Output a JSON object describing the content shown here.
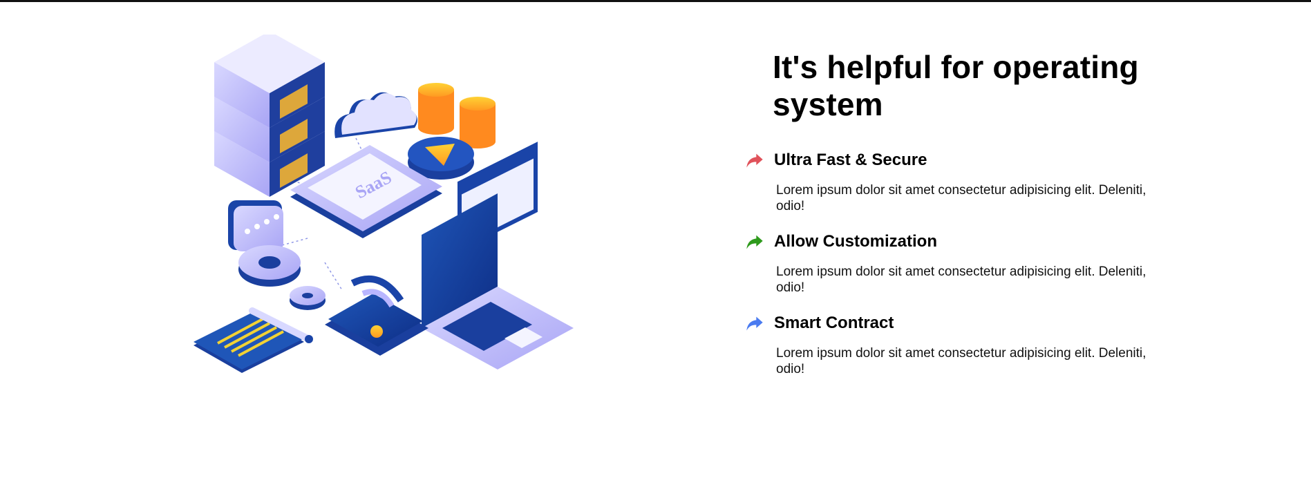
{
  "heading": "It's helpful for operating system",
  "features": [
    {
      "title": "Ultra Fast & Secure",
      "description": "Lorem ipsum dolor sit amet consectetur adipisicing elit. Deleniti, odio!",
      "icon": "share-arrow-icon",
      "color": "#e0525a"
    },
    {
      "title": "Allow Customization",
      "description": "Lorem ipsum dolor sit amet consectetur adipisicing elit. Deleniti, odio!",
      "icon": "share-arrow-icon",
      "color": "#2e9a1c"
    },
    {
      "title": "Smart Contract",
      "description": "Lorem ipsum dolor sit amet consectetur adipisicing elit. Deleniti, odio!",
      "icon": "share-arrow-icon",
      "color": "#4a7bf0"
    }
  ],
  "illustration": {
    "label": "SaaS"
  }
}
